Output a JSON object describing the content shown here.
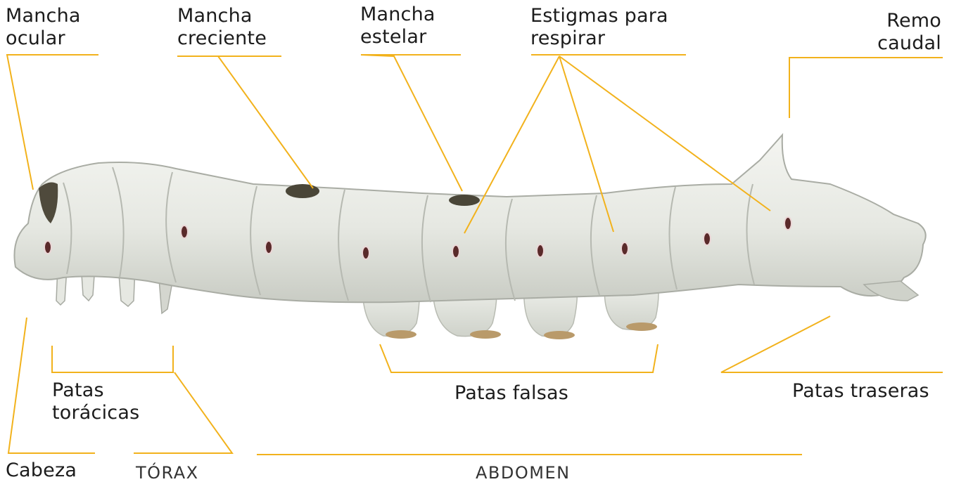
{
  "labels": {
    "mancha_ocular": [
      "Mancha",
      "ocular"
    ],
    "mancha_creciente": [
      "Mancha",
      "creciente"
    ],
    "mancha_estelar": [
      "Mancha",
      "estelar"
    ],
    "estigmas": [
      "Estigmas para",
      "respirar"
    ],
    "remo_caudal": [
      "Remo",
      "caudal"
    ],
    "patas_toracicas": [
      "Patas",
      "torácicas"
    ],
    "patas_falsas": "Patas falsas",
    "patas_traseras": "Patas traseras",
    "cabeza": "Cabeza",
    "torax": "TÓRAX",
    "abdomen": "ABDOMEN"
  },
  "colors": {
    "leader_line": "#f2b21c",
    "body": "#eceee9",
    "body_shadow": "#b9bdb6",
    "spiracle": "#5a2a2a",
    "dark_spot": "#4a4638"
  }
}
